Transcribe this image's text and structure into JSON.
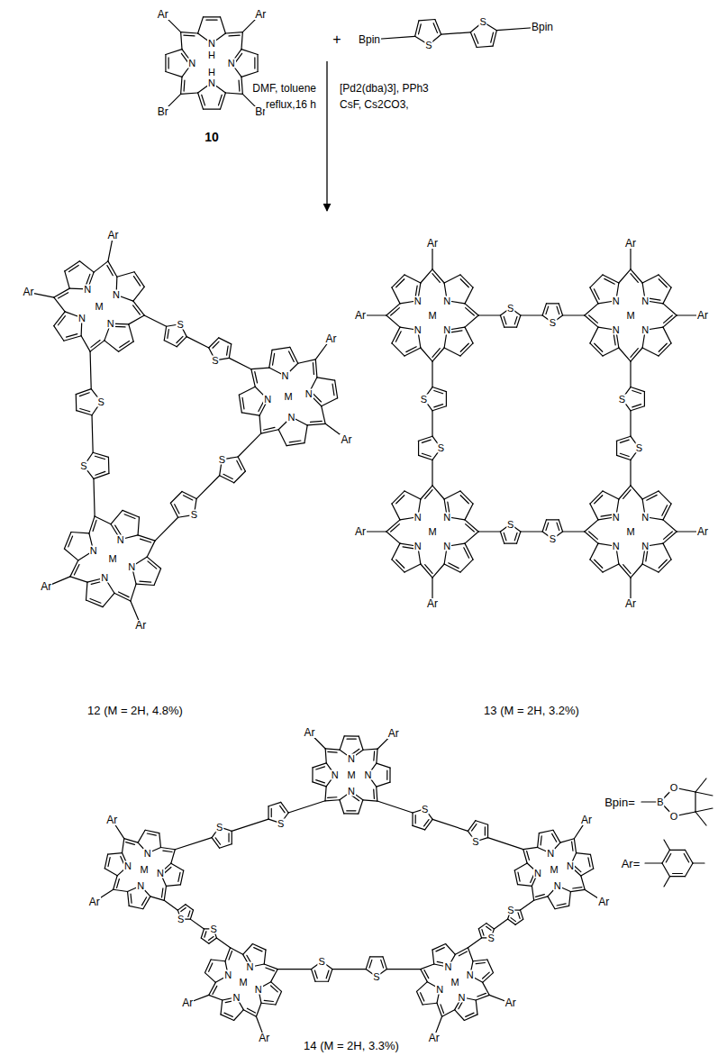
{
  "diagram": {
    "labels": [
      "N",
      "H",
      "N",
      "N",
      "H",
      "N",
      "Ar",
      "Br",
      "Br",
      "Ar",
      "10",
      "+",
      "Bpin",
      "S",
      "S",
      "Bpin",
      "DMF, toluene",
      "reflux,16 h",
      "[Pd2(dba)3], PPh3",
      "CsF, Cs2CO3,",
      "N",
      "N",
      "N",
      "N",
      "M",
      "Ar",
      "Ar",
      "N",
      "N",
      "N",
      "N",
      "M",
      "Ar",
      "Ar",
      "N",
      "N",
      "N",
      "N",
      "M",
      "Ar",
      "Ar",
      "S",
      "S",
      "S",
      "S",
      "S",
      "S",
      "12 (M = 2H, 4.8%)",
      "N",
      "N",
      "N",
      "N",
      "M",
      "Ar",
      "Ar",
      "N",
      "N",
      "N",
      "N",
      "M",
      "Ar",
      "Ar",
      "N",
      "N",
      "N",
      "N",
      "M",
      "Ar",
      "Ar",
      "N",
      "N",
      "N",
      "N",
      "M",
      "Ar",
      "Ar",
      "S",
      "S",
      "S",
      "S",
      "S",
      "S",
      "S",
      "S",
      "13 (M = 2H, 3.2%)",
      "N",
      "N",
      "N",
      "N",
      "M",
      "Ar",
      "Ar",
      "N",
      "N",
      "N",
      "N",
      "M",
      "Ar",
      "Ar",
      "N",
      "N",
      "N",
      "N",
      "M",
      "Ar",
      "Ar",
      "N",
      "N",
      "N",
      "N",
      "M",
      "Ar",
      "Ar",
      "N",
      "N",
      "N",
      "N",
      "M",
      "Ar",
      "Ar",
      "S",
      "S",
      "S",
      "S",
      "S",
      "S",
      "S",
      "S",
      "S",
      "S",
      "14 (M = 2H, 3.3%)",
      "Bpin=",
      "B",
      "O",
      "O",
      "Ar="
    ]
  }
}
